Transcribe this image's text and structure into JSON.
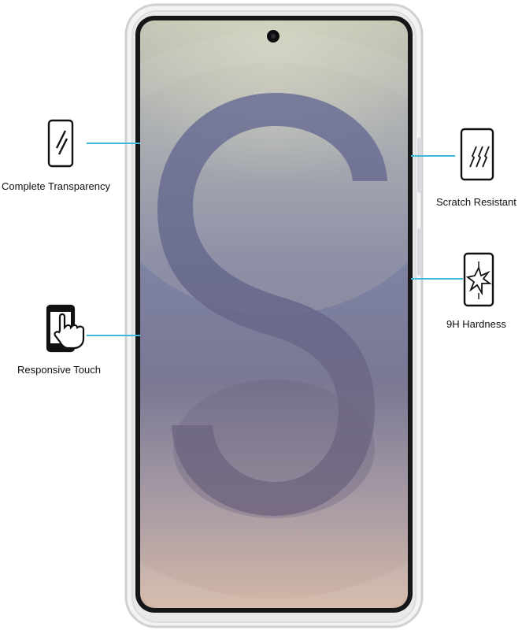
{
  "features": {
    "transparency": {
      "label": "Complete Transparency",
      "icon": "phone-glass-shine-icon"
    },
    "scratch": {
      "label": "Scratch Resistant",
      "icon": "scratch-marks-icon"
    },
    "hardness": {
      "label": "9H Hardness",
      "icon": "shatter-burst-icon"
    },
    "touch": {
      "label": "Responsive Touch",
      "icon": "phone-touch-hand-icon"
    }
  },
  "colors": {
    "connector": "#3bb9d8",
    "icon_stroke": "#111111",
    "wallpaper_top": "#c9c9b6",
    "wallpaper_mid": "#8587a4",
    "wallpaper_bottom": "#cdb2a5"
  }
}
